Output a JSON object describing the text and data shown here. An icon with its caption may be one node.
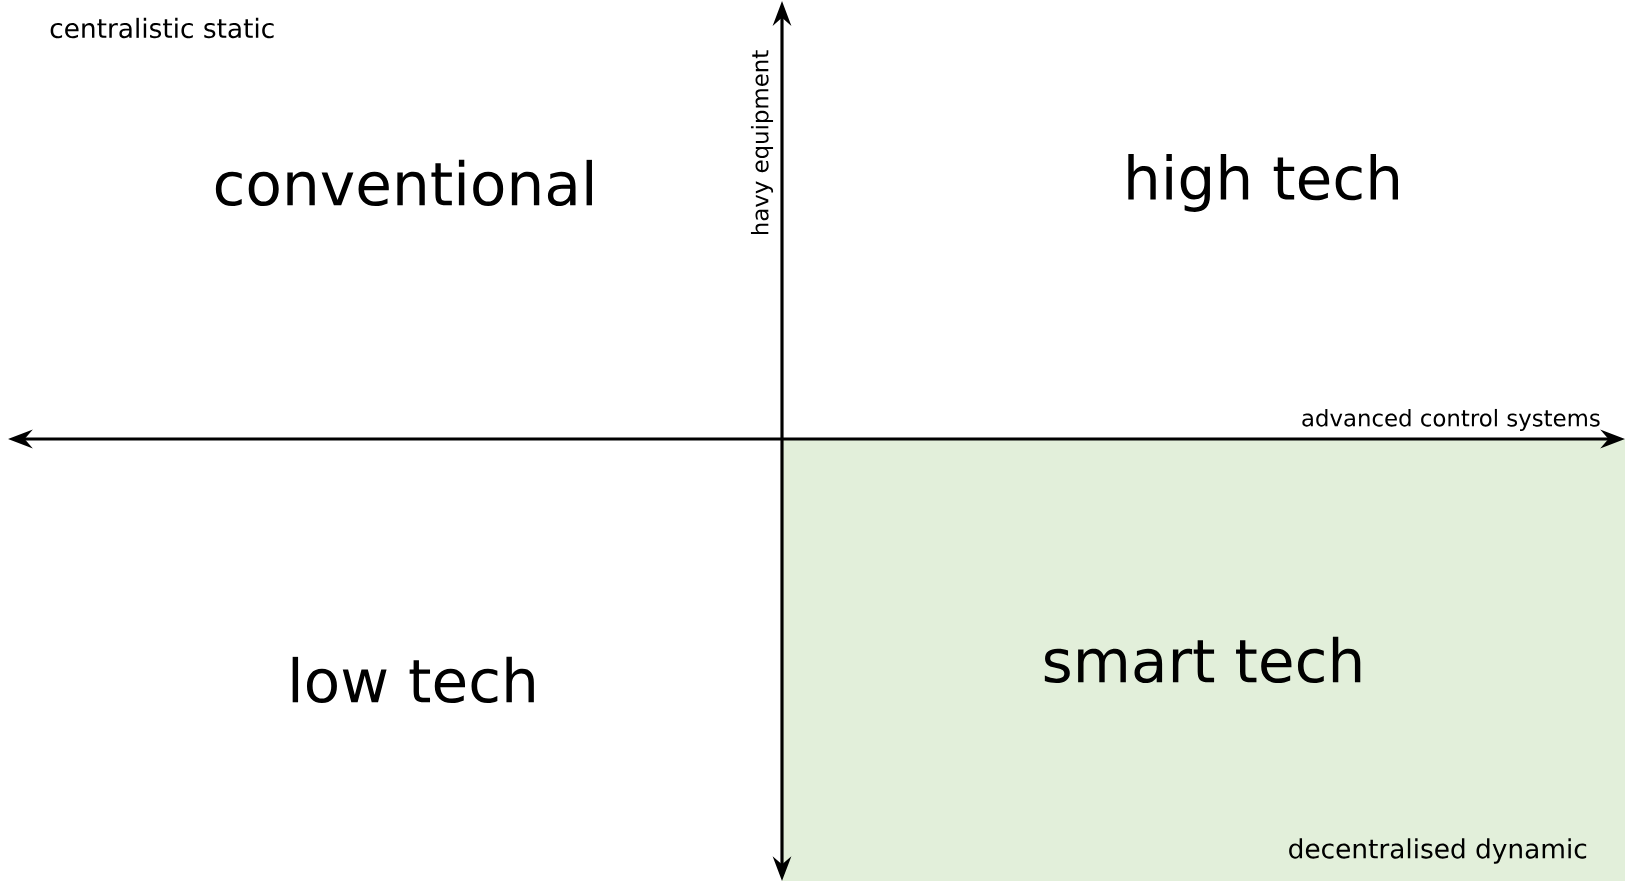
{
  "diagram": {
    "nodes": [
      {
        "text": [
          "smart tech"
        ]
      }
    ],
    "labels": [
      "centralistic static",
      "havy equipment",
      "conventional",
      "high tech",
      "advanced control systems",
      "low tech",
      "decentralised dynamic"
    ]
  }
}
